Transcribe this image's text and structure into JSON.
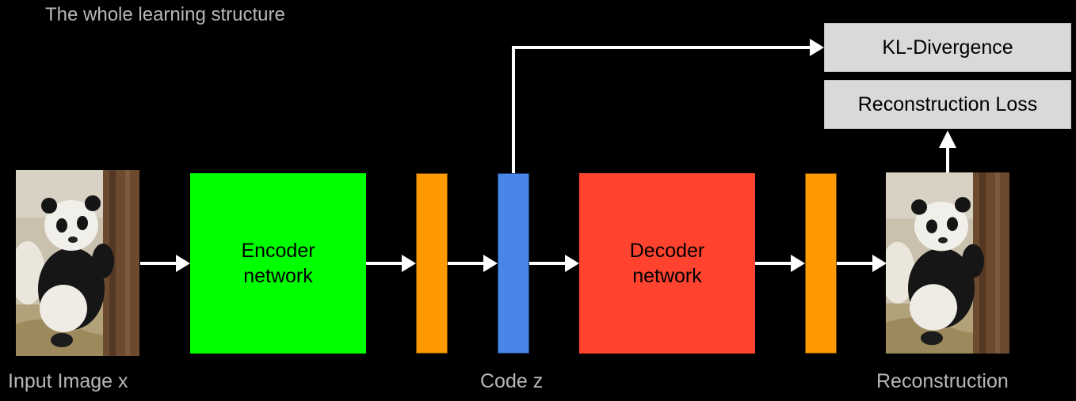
{
  "title": "The whole learning structure",
  "captions": {
    "input": "Input Image x",
    "code": "Code z",
    "reconstruction": "Reconstruction"
  },
  "encoder": {
    "label": "Encoder\nnetwork",
    "color": "#00ff00"
  },
  "decoder": {
    "label": "Decoder\nnetwork",
    "color": "#ff432e"
  },
  "losses": {
    "kl": "KL-Divergence",
    "reconstruction": "Reconstruction Loss"
  },
  "colors": {
    "background": "#000000",
    "text_gray": "#b7b7b7",
    "hidden_layer": "#ff9900",
    "code_layer": "#4a86e8",
    "loss_box": "#d9d9d9",
    "arrow": "#ffffff"
  },
  "images": {
    "input": "panda-photo",
    "reconstruction": "panda-photo"
  }
}
